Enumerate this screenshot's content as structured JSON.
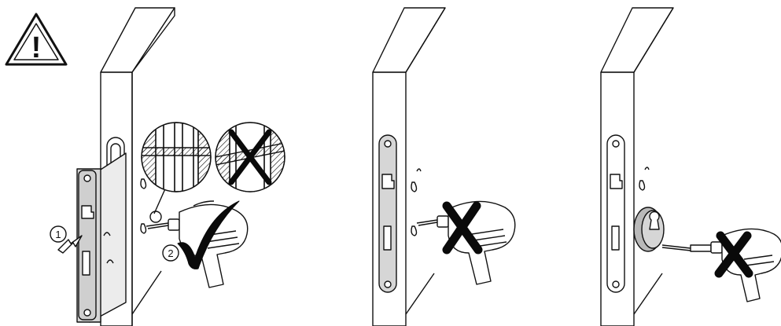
{
  "warning_symbol": {
    "icon": "warning-triangle-icon",
    "glyph": "!"
  },
  "panels": [
    {
      "id": "panel-1",
      "step_labels": [
        "1",
        "2"
      ],
      "verdict_icon": "checkmark-icon",
      "detail_icons": [
        "straight-drill-detail-icon",
        "angled-drill-crossed-detail-icon"
      ]
    },
    {
      "id": "panel-2",
      "verdict_icon": "cross-icon"
    },
    {
      "id": "panel-3",
      "verdict_icon": "cross-icon"
    }
  ],
  "colors": {
    "line": "#111111",
    "fill": "#ffffff",
    "metal": "#d6d6d6",
    "metal_dark": "#b9b9b9",
    "mark": "#0a0a0a"
  }
}
